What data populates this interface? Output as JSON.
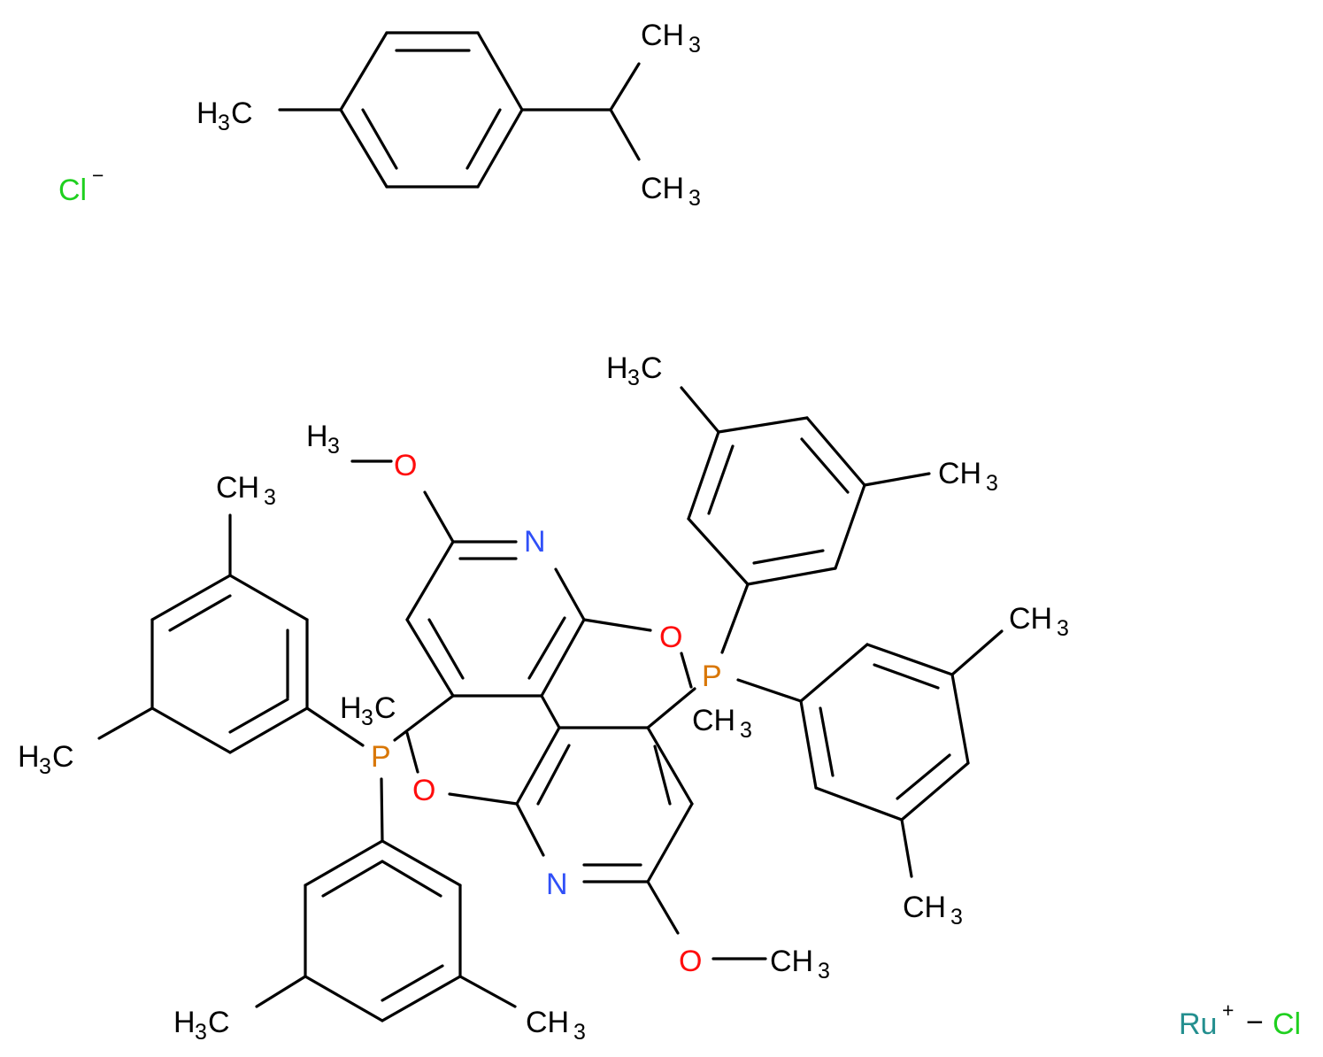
{
  "colors": {
    "carbon": "#000000",
    "oxygen": "#ff0d0d",
    "nitrogen": "#3050f8",
    "phosphorus": "#d97706",
    "chlorine": "#1fd01f",
    "ruthenium": "#248f8f"
  },
  "labels": {
    "cl_anion": "Cl",
    "cl_anion_charge": "−",
    "cymene_me_left_pre": "H",
    "cymene_me_left_sub": "3",
    "cymene_me_left_post": "C",
    "cymene_me_top": "CH",
    "cymene_me_top_sub": "3",
    "cymene_me_bot": "CH",
    "cymene_me_bot_sub": "3",
    "ome_tl_O": "O",
    "ome_tl_h": "H",
    "ome_tl_h_sub": "3",
    "N_top": "N",
    "O_right": "O",
    "P_right": "P",
    "CH3_right_frag": "CH",
    "CH3_right_frag_sub": "3",
    "H3C_left_frag_pre": "H",
    "H3C_left_frag_sub": "3",
    "H3C_left_frag_post": "C",
    "O_left": "O",
    "P_left": "P",
    "N_bottom": "N",
    "ome_br_O": "O",
    "ome_br_me": "CH",
    "ome_br_me_sub": "3",
    "xyl_tr_me1_pre": "H",
    "xyl_tr_me1_sub": "3",
    "xyl_tr_me1_post": "C",
    "xyl_tr_me2": "CH",
    "xyl_tr_me2_sub": "3",
    "xyl_r_me1": "CH",
    "xyl_r_me1_sub": "3",
    "xyl_r_me2": "CH",
    "xyl_r_me2_sub": "3",
    "xyl_l_me1": "CH",
    "xyl_l_me1_sub": "3",
    "xyl_l_me2_pre": "H",
    "xyl_l_me2_sub": "3",
    "xyl_l_me2_post": "C",
    "xyl_b_me1_pre": "H",
    "xyl_b_me1_sub": "3",
    "xyl_b_me1_post": "C",
    "xyl_b_me2": "CH",
    "xyl_b_me2_sub": "3",
    "ru": "Ru",
    "ru_charge": "+",
    "ru_bond": "−",
    "ru_cl": "Cl"
  }
}
